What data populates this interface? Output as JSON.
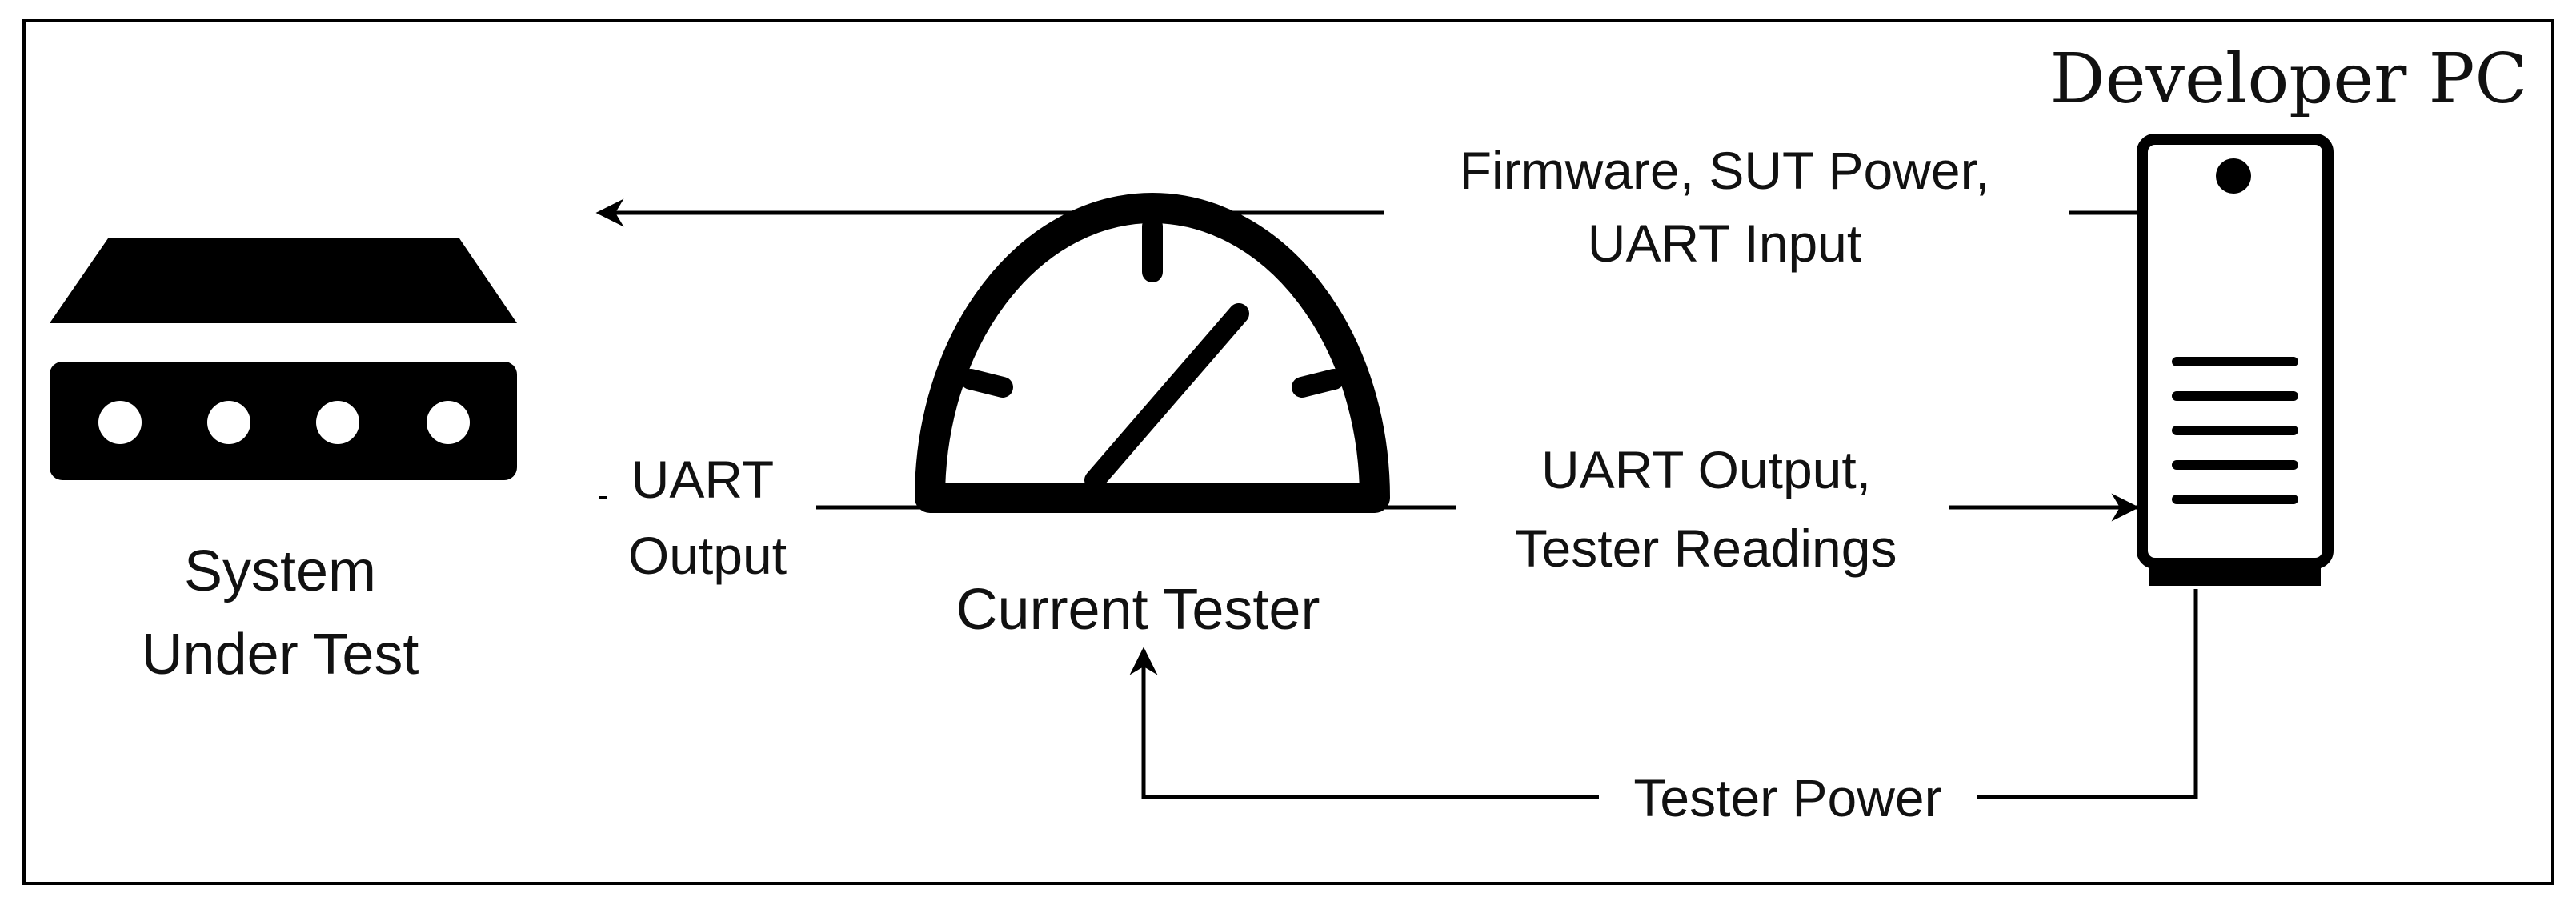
{
  "diagram": {
    "nodes": {
      "sut": {
        "label_line1": "System",
        "label_line2": "Under Test"
      },
      "tester": {
        "label": "Current Tester"
      },
      "pc": {
        "label": "Developer PC"
      }
    },
    "edges": {
      "firmware": {
        "label_line1": "Firmware, SUT Power,",
        "label_line2": "UART Input"
      },
      "uart_sut": {
        "label_line1": "UART",
        "label_line2": "Output"
      },
      "uart_pc": {
        "label_line1": "UART Output,",
        "label_line2": "Tester Readings"
      },
      "tester_power": {
        "label": "Tester Power"
      }
    },
    "colors": {
      "ink": "#000000",
      "background": "#ffffff"
    }
  }
}
